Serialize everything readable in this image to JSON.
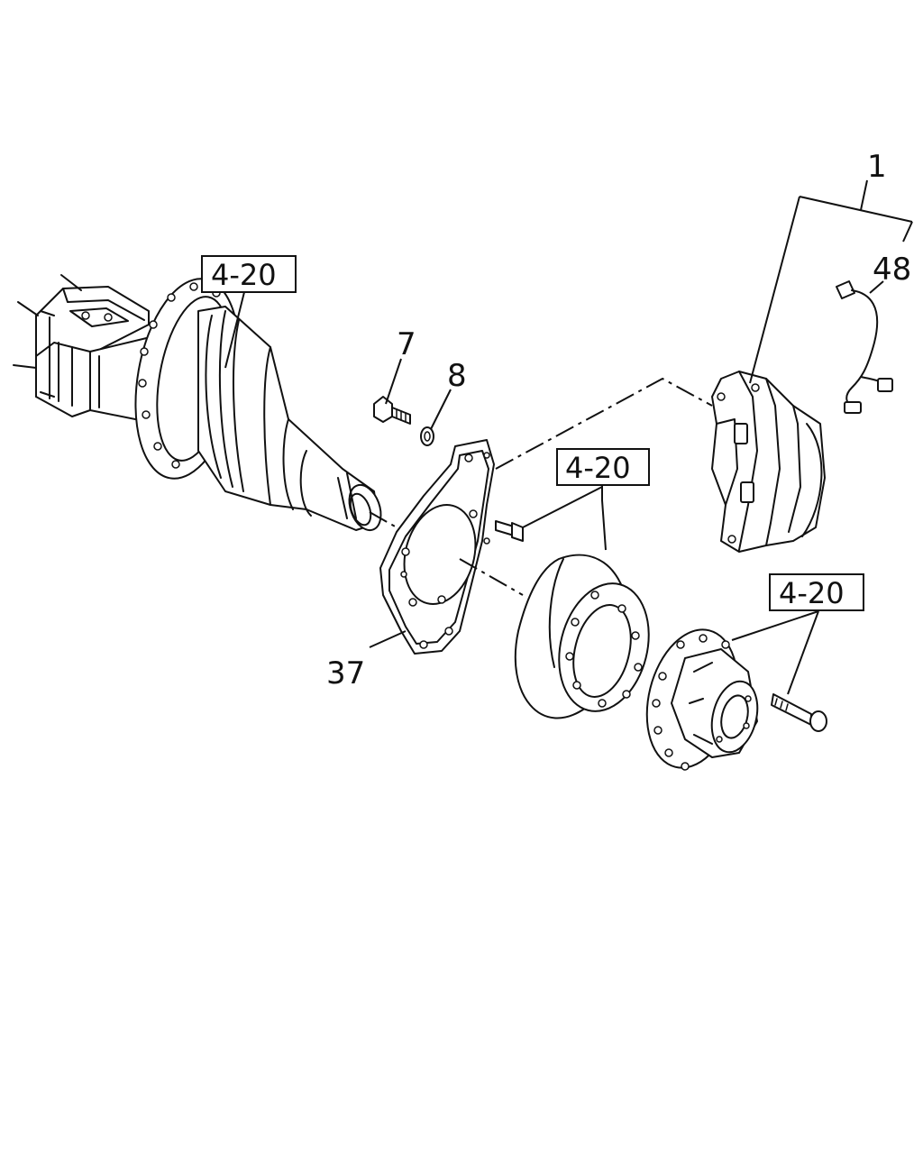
{
  "callouts": {
    "caliper": "1",
    "wear_sensor": "48",
    "bolt": "7",
    "washer": "8",
    "backing_plate": "37"
  },
  "references": {
    "axle": "4-20",
    "disc": "4-20",
    "hub": "4-20"
  }
}
